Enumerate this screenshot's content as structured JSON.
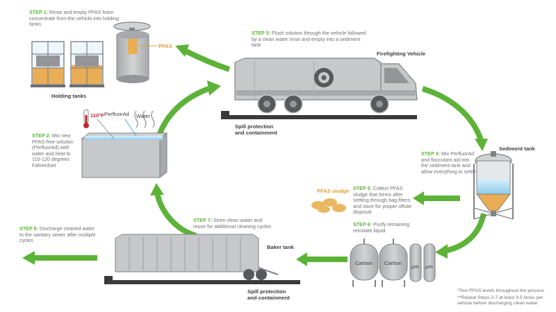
{
  "steps": [
    {
      "label": "STEP 1:",
      "text": "Rinse and empty PFAS foam concentrate from the vehicle into holding tanks"
    },
    {
      "label": "STEP 2:",
      "text": "Mix new PFAS-free solution (PerfluorAd) with water and heat to 110-120 degrees Fahrenheit"
    },
    {
      "label": "STEP 3:",
      "text": "Flush solution through the vehicle followed by a clean water rinse and empty into a sediment tank"
    },
    {
      "label": "STEP 4:",
      "text": "Mix PerfluorAd and flocculant aid into the sediment tank and allow everything to settle"
    },
    {
      "label": "STEP 5:",
      "text": "Collect PFAS sludge that forms after settling through bag filters and store for proper offsite disposal"
    },
    {
      "label": "STEP 6:",
      "text": "Purify remaining reinstate liquid"
    },
    {
      "label": "STEP 7:",
      "text": "Store clean water and reuse for additional cleaning cycles"
    },
    {
      "label": "STEP 8:",
      "text": "Discharge cleaned water to the sanitary sewer after multiple cycles"
    }
  ],
  "labels": {
    "pfas": "PFAS",
    "holding_tanks": "Holding tanks",
    "firefighting_vehicle": "Firefighting Vehicle",
    "spill_protection": "Spill protection\nand containment",
    "perfluorad": "PerfluorAd",
    "water": "Water",
    "temperature": "110°F",
    "sediment_tank": "Sediment tank",
    "pfas_sludge": "PFAS sludge",
    "baker_tank": "Baker tank",
    "carbon": "Carbon",
    "micron": "µm"
  },
  "notes": [
    "*Test PFAS levels throughout the process",
    "**Repeat Steps 2-7 at least 3-5 times per\nvehicle before discharging clean water"
  ],
  "colors": {
    "arrow_green": "#5cb338",
    "step_green": "#5cb338",
    "equipment_gray": "#bcbec0",
    "dark_gray": "#58595b",
    "pfas_orange": "#e89a2f",
    "water_blue": "#bfe3f5",
    "thermometer_red": "#c0292e"
  }
}
